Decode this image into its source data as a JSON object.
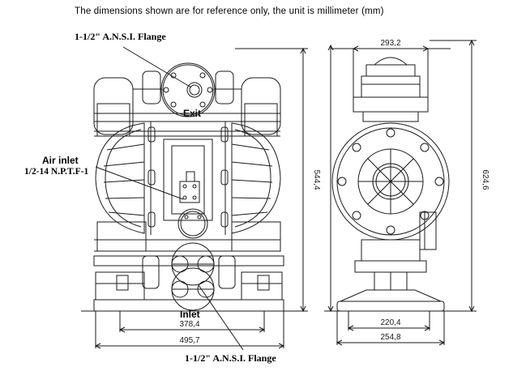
{
  "note": "The dimensions shown are for reference only, the unit is millimeter (mm)",
  "labels": {
    "top_flange_size": "1-1/2\"",
    "top_flange_std": "A.N.S.I. Flange",
    "exit": "Exit",
    "air_inlet": "Air inlet",
    "air_inlet_thread": "1/2-14 N.P.T.F-1",
    "inlet": "Inlet",
    "bottom_flange_size": "1-1/2\"",
    "bottom_flange_std": "A.N.S.I. Flange"
  },
  "dimensions": {
    "front_base_inner": "378,4",
    "front_overall_width": "495,7",
    "front_height": "544,4",
    "side_top_width": "293,2",
    "side_height": "624,6",
    "side_base_inner": "220,4",
    "side_base_outer": "254,8"
  },
  "colors": {
    "line": "#1a1a1a",
    "background": "#ffffff"
  }
}
